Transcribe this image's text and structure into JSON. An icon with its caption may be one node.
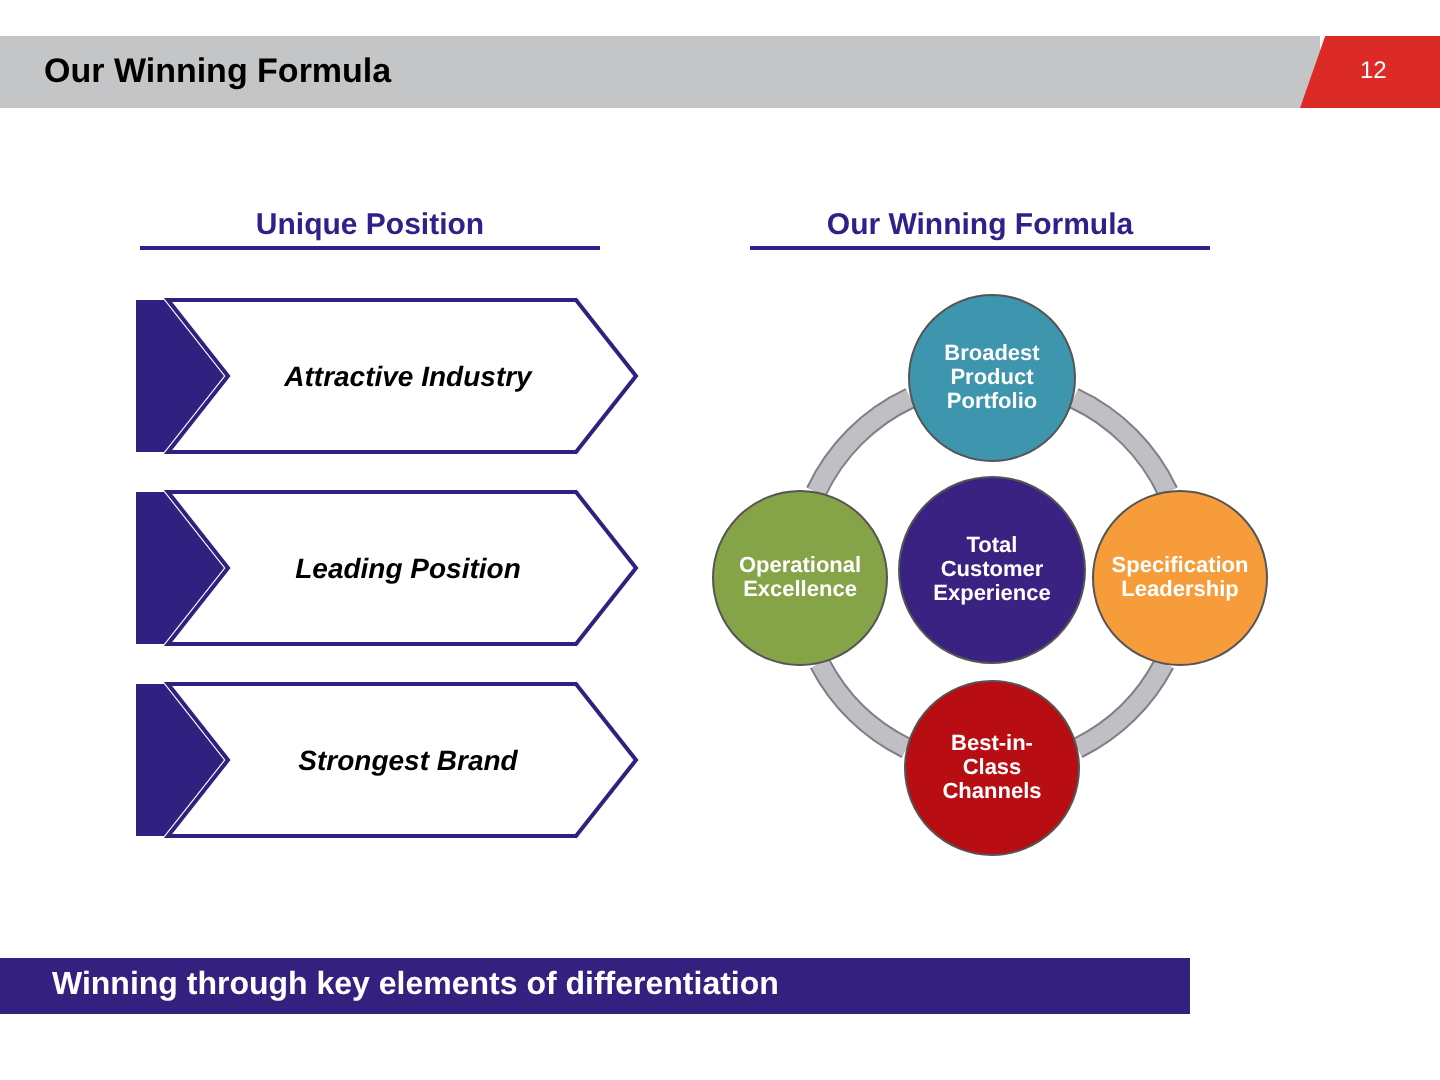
{
  "diagram": {
    "title": "Our Winning Formula",
    "nodes": [
      {
        "text": [
          "Attractive Industry"
        ]
      },
      {
        "text": [
          "Leading Position"
        ]
      },
      {
        "text": [
          "Strongest Brand"
        ]
      },
      {
        "text": [
          "Broadest Product Portfolio"
        ]
      },
      {
        "text": [
          "Operational Excellence"
        ]
      },
      {
        "text": [
          "Total Customer Experience"
        ]
      },
      {
        "text": [
          "Specification Leadership"
        ]
      },
      {
        "text": [
          "Best-in-Class Channels"
        ]
      }
    ],
    "edges": [
      {
        "from": 3,
        "to": 6,
        "arrow": "none"
      },
      {
        "from": 6,
        "to": 7,
        "arrow": "none"
      },
      {
        "from": 7,
        "to": 4,
        "arrow": "none"
      },
      {
        "from": 4,
        "to": 3,
        "arrow": "none"
      }
    ],
    "labels": [
      "12",
      "Unique Position",
      "Our Winning Formula",
      "Winning through key elements of differentiation"
    ]
  }
}
